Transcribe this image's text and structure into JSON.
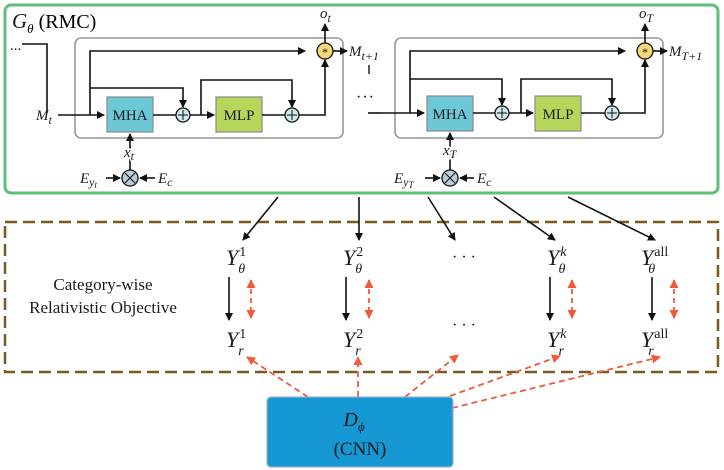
{
  "generator": {
    "title_symbol": "G",
    "title_subscript": "θ",
    "title_suffix": "(RMC)",
    "leading_dots": "...",
    "block1": {
      "input_label": "M",
      "input_sub": "t",
      "output_label": "o",
      "output_sub": "t",
      "next_memory_label": "M",
      "next_memory_sub": "t+1",
      "mha_label": "MHA",
      "mlp_label": "MLP",
      "x_label": "x",
      "x_sub": "t",
      "ey_label": "E",
      "ey_sub": "y",
      "ey_subsub": "t",
      "ec_label": "E",
      "ec_sub": "c"
    },
    "between_dots": "···",
    "block2": {
      "output_label": "o",
      "output_sub": "T",
      "next_memory_label": "M",
      "next_memory_sub": "T+1",
      "mha_label": "MHA",
      "mlp_label": "MLP",
      "x_label": "x",
      "x_sub": "T",
      "ey_label": "E",
      "ey_sub": "y",
      "ey_subsub": "T",
      "ec_label": "E",
      "ec_sub": "c"
    },
    "plus_symbol": "+",
    "times_symbol": "×",
    "star_symbol": "*"
  },
  "objective": {
    "label_line1": "Category-wise",
    "label_line2": "Relativistic Objective",
    "columns": [
      {
        "sup": "1",
        "theta_sub": "θ",
        "r_sub": "r",
        "symbol": "Y"
      },
      {
        "sup": "2",
        "theta_sub": "θ",
        "r_sub": "r",
        "symbol": "Y"
      },
      {
        "dots_top": "· · ·",
        "dots_bottom": "· · ·"
      },
      {
        "sup": "k",
        "theta_sub": "θ",
        "r_sub": "r",
        "symbol": "Y"
      },
      {
        "sup": "all",
        "theta_sub": "θ",
        "r_sub": "r",
        "symbol": "Y"
      }
    ]
  },
  "discriminator": {
    "symbol": "D",
    "subscript": "ϕ",
    "subtitle": "(CNN)"
  },
  "colors": {
    "generator_border": "#5cbf7a",
    "inner_block_border": "#9a9a9a",
    "mha_fill": "#6cc7d6",
    "mlp_fill": "#b5d65a",
    "adder_fill": "#cfe9ee",
    "multiplier_fill": "#b8ccdc",
    "star_fill": "#f5d678",
    "objective_border": "#7a5a1e",
    "red_arrow": "#ee5a3c",
    "discriminator_fill": "#1597d4"
  }
}
